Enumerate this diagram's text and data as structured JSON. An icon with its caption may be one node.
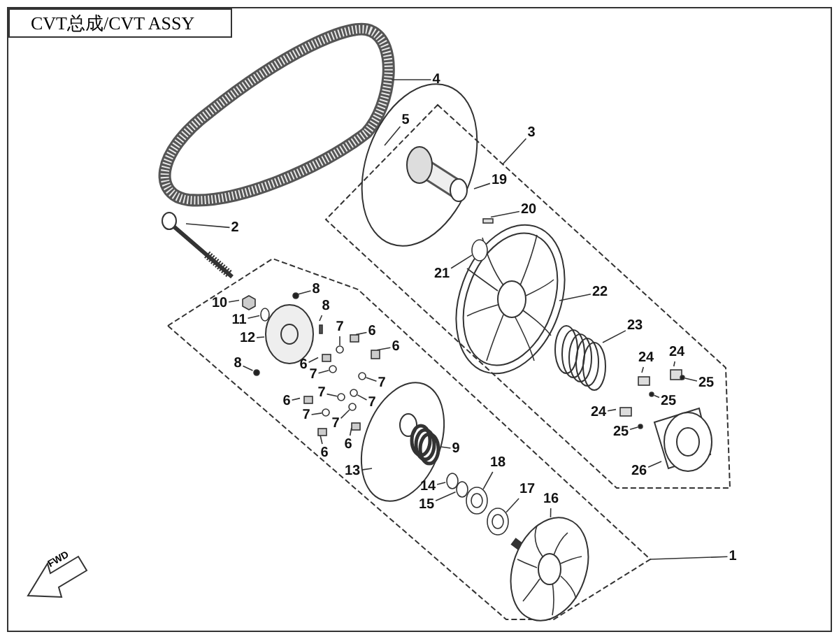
{
  "diagram": {
    "title": "CVT总成/CVT ASSY",
    "nodes": [
      {
        "text": [],
        "shape": "box"
      },
      {
        "text": [],
        "shape": "box"
      },
      {
        "text": [
          "1"
        ]
      },
      {
        "text": [
          "2"
        ]
      },
      {
        "text": [
          "3"
        ]
      },
      {
        "text": [
          "4"
        ]
      },
      {
        "text": [
          "5"
        ]
      },
      {
        "text": [
          "6"
        ],
        "in": 1
      },
      {
        "text": [
          "6"
        ],
        "in": 1
      },
      {
        "text": [
          "6"
        ],
        "in": 1
      },
      {
        "text": [
          "6"
        ],
        "in": 1
      },
      {
        "text": [
          "6"
        ],
        "in": 1
      },
      {
        "text": [
          "6"
        ],
        "in": 1
      },
      {
        "text": [
          "7"
        ],
        "in": 1
      },
      {
        "text": [
          "7"
        ],
        "in": 1
      },
      {
        "text": [
          "7"
        ],
        "in": 1
      },
      {
        "text": [
          "7"
        ],
        "in": 1
      },
      {
        "text": [
          "7"
        ],
        "in": 1
      },
      {
        "text": [
          "7"
        ],
        "in": 1
      },
      {
        "text": [
          "7"
        ],
        "in": 1
      },
      {
        "text": [
          "8"
        ],
        "in": 1
      },
      {
        "text": [
          "8"
        ],
        "in": 1
      },
      {
        "text": [
          "8"
        ],
        "in": 1
      },
      {
        "text": [
          "9"
        ],
        "in": 1
      },
      {
        "text": [
          "10"
        ],
        "in": 1
      },
      {
        "text": [
          "11"
        ],
        "in": 1
      },
      {
        "text": [
          "12"
        ],
        "in": 1
      },
      {
        "text": [
          "13"
        ],
        "in": 1
      },
      {
        "text": [
          "14"
        ],
        "in": 1
      },
      {
        "text": [
          "15"
        ],
        "in": 1
      },
      {
        "text": [
          "16"
        ],
        "in": 1
      },
      {
        "text": [
          "17"
        ],
        "in": 1
      },
      {
        "text": [
          "18"
        ],
        "in": 1
      },
      {
        "text": [
          "19"
        ],
        "in": 0
      },
      {
        "text": [
          "20"
        ],
        "in": 0
      },
      {
        "text": [
          "21"
        ],
        "in": 0
      },
      {
        "text": [
          "22"
        ],
        "in": 0
      },
      {
        "text": [
          "23"
        ],
        "in": 0
      },
      {
        "text": [
          "24"
        ],
        "in": 0
      },
      {
        "text": [
          "24"
        ],
        "in": 0
      },
      {
        "text": [
          "24"
        ],
        "in": 0
      },
      {
        "text": [
          "25"
        ],
        "in": 0
      },
      {
        "text": [
          "25"
        ],
        "in": 0
      },
      {
        "text": [
          "25"
        ],
        "in": 0
      },
      {
        "text": [
          "26"
        ],
        "in": 0
      },
      {
        "text": [],
        "shape": "box",
        "in": 1
      },
      {
        "text": [],
        "shape": "box",
        "in": 1
      },
      {
        "text": [],
        "shape": "box",
        "in": 1
      },
      {
        "text": [],
        "shape": "box",
        "in": 1
      },
      {
        "text": [],
        "shape": "box",
        "in": 1
      },
      {
        "text": [],
        "shape": "box",
        "in": 1
      },
      {
        "text": [],
        "shape": "circle",
        "in": 1
      },
      {
        "text": [],
        "shape": "circle",
        "in": 1
      },
      {
        "text": [],
        "shape": "circle",
        "in": 1
      },
      {
        "text": [],
        "shape": "circle",
        "in": 1
      },
      {
        "text": [],
        "shape": "circle",
        "in": 1
      },
      {
        "text": [],
        "shape": "circle",
        "in": 1
      },
      {
        "text": [],
        "shape": "circle",
        "in": 1
      },
      {
        "text": [],
        "shape": "circle",
        "in": 1
      },
      {
        "text": [],
        "shape": "box",
        "in": 1
      },
      {
        "text": [],
        "shape": "circle",
        "in": 1
      },
      {
        "text": [],
        "shape": "hexagon",
        "in": 1
      },
      {
        "text": [],
        "shape": "circle",
        "in": 1
      },
      {
        "text": [],
        "shape": "circle",
        "in": 1
      },
      {
        "text": [],
        "shape": "circle",
        "in": 1
      },
      {
        "text": [],
        "shape": "box",
        "in": 0
      },
      {
        "text": [],
        "shape": "circle",
        "in": 0
      },
      {
        "text": [],
        "shape": "box",
        "in": 0
      },
      {
        "text": [],
        "shape": "box",
        "in": 0
      },
      {
        "text": [],
        "shape": "box",
        "in": 0
      },
      {
        "text": [],
        "shape": "circle",
        "in": 0
      },
      {
        "text": [],
        "shape": "circle",
        "in": 0
      },
      {
        "text": [],
        "shape": "circle",
        "in": 0
      },
      {
        "text": [],
        "shape": "spring",
        "in": 1
      },
      {
        "text": [],
        "shape": "fan",
        "in": 1
      },
      {
        "text": [],
        "shape": "circle",
        "in": 1
      },
      {
        "text": [],
        "shape": "circle",
        "in": 1
      }
    ],
    "edges": [
      {
        "from": 2,
        "to": 1,
        "arrow": "none"
      },
      {
        "from": 3,
        "to": null,
        "arrow": "none"
      },
      {
        "from": 4,
        "to": 0,
        "arrow": "none"
      },
      {
        "from": 5,
        "to": null,
        "arrow": "none"
      },
      {
        "from": 6,
        "to": null,
        "arrow": "none"
      },
      {
        "from": 7,
        "to": 45,
        "arrow": "none"
      },
      {
        "from": 8,
        "to": 46,
        "arrow": "none"
      },
      {
        "from": 9,
        "to": 47,
        "arrow": "none"
      },
      {
        "from": 10,
        "to": 48,
        "arrow": "none"
      },
      {
        "from": 11,
        "to": 49,
        "arrow": "none"
      },
      {
        "from": 12,
        "to": 50,
        "arrow": "none"
      },
      {
        "from": 13,
        "to": 51,
        "arrow": "none"
      },
      {
        "from": 14,
        "to": 52,
        "arrow": "none"
      },
      {
        "from": 15,
        "to": 53,
        "arrow": "none"
      },
      {
        "from": 16,
        "to": 54,
        "arrow": "none"
      },
      {
        "from": 17,
        "to": 55,
        "arrow": "none"
      },
      {
        "from": 18,
        "to": 56,
        "arrow": "none"
      },
      {
        "from": 19,
        "to": 57,
        "arrow": "none"
      },
      {
        "from": 20,
        "to": 58,
        "arrow": "none"
      },
      {
        "from": 21,
        "to": 59,
        "arrow": "none"
      },
      {
        "from": 22,
        "to": 60,
        "arrow": "none"
      },
      {
        "from": 23,
        "to": 73,
        "arrow": "none"
      },
      {
        "from": 24,
        "to": 61,
        "arrow": "none"
      },
      {
        "from": 25,
        "to": 62,
        "arrow": "none"
      },
      {
        "from": 26,
        "to": null,
        "arrow": "none"
      },
      {
        "from": 27,
        "to": null,
        "arrow": "none"
      },
      {
        "from": 28,
        "to": 63,
        "arrow": "none"
      },
      {
        "from": 29,
        "to": 64,
        "arrow": "none"
      },
      {
        "from": 30,
        "to": 74,
        "arrow": "none"
      },
      {
        "from": 31,
        "to": 76,
        "arrow": "none"
      },
      {
        "from": 32,
        "to": 75,
        "arrow": "none"
      },
      {
        "from": 33,
        "to": null,
        "arrow": "none"
      },
      {
        "from": 34,
        "to": 65,
        "arrow": "none"
      },
      {
        "from": 35,
        "to": 66,
        "arrow": "none"
      },
      {
        "from": 36,
        "to": null,
        "arrow": "none"
      },
      {
        "from": 37,
        "to": null,
        "arrow": "none"
      },
      {
        "from": 38,
        "to": 67,
        "arrow": "none"
      },
      {
        "from": 39,
        "to": 68,
        "arrow": "none"
      },
      {
        "from": 40,
        "to": 69,
        "arrow": "none"
      },
      {
        "from": 41,
        "to": 70,
        "arrow": "none"
      },
      {
        "from": 42,
        "to": 71,
        "arrow": "none"
      },
      {
        "from": 43,
        "to": 72,
        "arrow": "none"
      },
      {
        "from": 44,
        "to": null,
        "arrow": "none"
      }
    ],
    "labels": [
      "FWD"
    ]
  }
}
